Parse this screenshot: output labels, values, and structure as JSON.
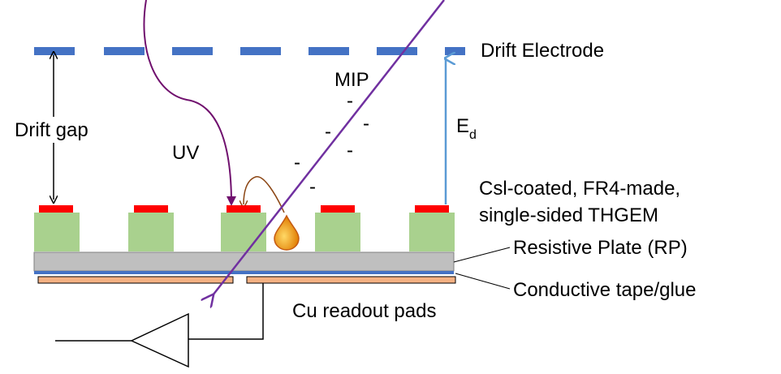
{
  "labels": {
    "drift_electrode": "Drift Electrode",
    "drift_gap": "Drift gap",
    "uv": "UV",
    "mip": "MIP",
    "e_field_main": "E",
    "e_field_sub": "d",
    "thgem_line1": "Csl-coated, FR4-made,",
    "thgem_line2": "single-sided THGEM",
    "resistive_plate": "Resistive Plate (RP)",
    "conductive_tape": "Conductive tape/glue",
    "readout_pads": "Cu readout pads"
  },
  "charges": [
    "-",
    "-",
    "-",
    "-",
    "-",
    "-",
    "-"
  ],
  "colors": {
    "drift_electrode": "#4472c4",
    "e_field_arrow": "#5b9bd5",
    "uv_arrow": "#70106e",
    "mip_track": "#7030a0",
    "photoelectron": "#8b4513",
    "thgem_pillar": "#a9d18e",
    "thgem_electrode": "#ff0000",
    "resistive_plate": "#bfbfbf",
    "conductive_layer": "#4472c4",
    "readout_pad": "#f4b183",
    "photon_drop": "#ffc000"
  },
  "icons": {
    "amplifier": "triangle-amplifier",
    "photon": "drop-shape"
  }
}
